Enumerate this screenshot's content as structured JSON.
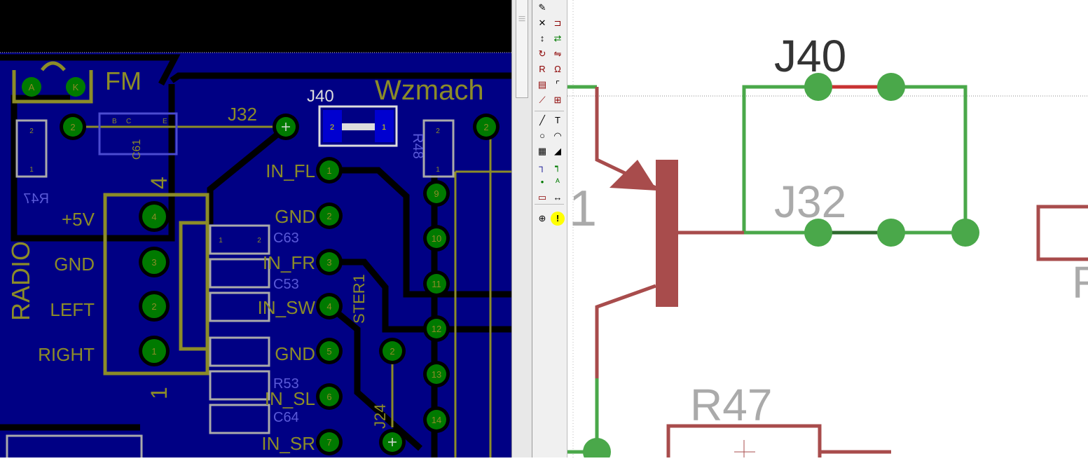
{
  "board": {
    "labels": {
      "fm": "FM",
      "radio": "RADIO",
      "p5v": "+5V",
      "gnd1": "GND",
      "left": "LEFT",
      "right": "RIGHT",
      "j32": "J32",
      "j40": "J40",
      "in_fl": "IN_FL",
      "gnd2": "GND",
      "in_fr": "IN_FR",
      "in_sw": "IN_SW",
      "gnd3": "GND",
      "in_sl": "IN_SL",
      "in_sr": "IN_SR",
      "ster1": "STER1",
      "j24": "J24",
      "wzmach": "Wzmach",
      "r47": "R47",
      "r48": "R48",
      "c61": "C61",
      "c63": "C63",
      "c53": "C53",
      "c64": "C64",
      "r53": "R53",
      "led_a": "A",
      "led_k": "K",
      "conn_4": "4",
      "conn_1": "1",
      "t_b": "B",
      "t_c": "C",
      "t_e": "E"
    },
    "pads": {
      "p4": "4",
      "p3": "3",
      "p2": "2",
      "p1": "1",
      "fl": "1",
      "gnd": "2",
      "fr": "3",
      "sw": "4",
      "g5": "5",
      "sl": "6",
      "sr": "7",
      "p9": "9",
      "p10": "10",
      "p11": "11",
      "p12": "12",
      "p13": "13",
      "p14": "14",
      "j24": "2",
      "led2": "2",
      "r48": "2",
      "smd2": "2",
      "smd1": "1"
    }
  },
  "toolbar": {
    "icons": [
      "mark-icon",
      "delete-icon",
      "add-icon",
      "move-icon",
      "pinswap-icon",
      "gateswap-icon",
      "replace-icon",
      "name-icon",
      "value-icon",
      "smash-icon",
      "miter-icon",
      "split-icon",
      "invoke-icon",
      "wire-icon",
      "text-icon",
      "circle-icon",
      "arc-icon",
      "rect-icon",
      "polygon-icon",
      "bus-icon",
      "net-icon",
      "junction-icon",
      "label-icon",
      "attribute-icon",
      "dimension-icon",
      "erc-icon",
      "errors-icon"
    ]
  },
  "schematic": {
    "j40": "J40",
    "j32": "J32",
    "r47": "R47",
    "pin1": "1",
    "r_partial": "R"
  },
  "colors": {
    "board_bg": "#00008b",
    "pad": "#007a00",
    "silk": "#8c8c28",
    "net": "#4aa84a",
    "part": "#a84c4c"
  }
}
